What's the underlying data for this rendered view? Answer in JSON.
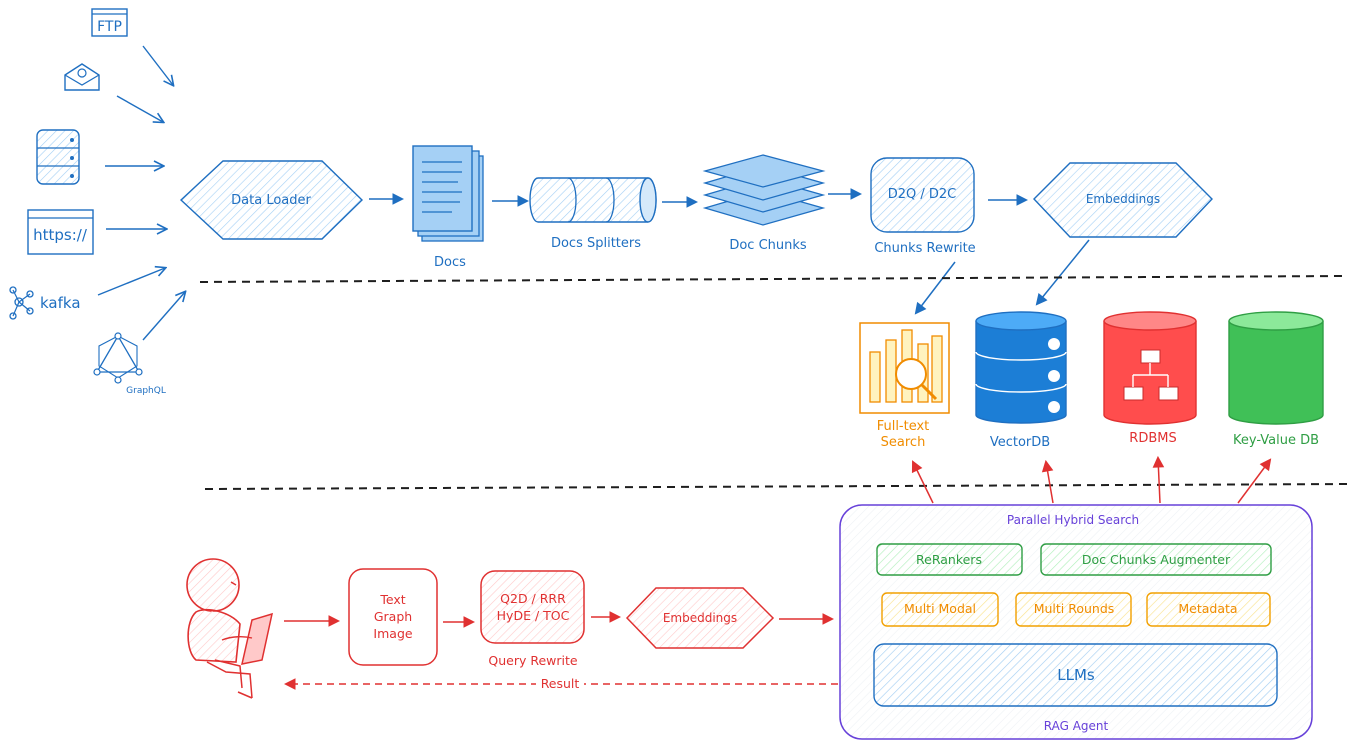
{
  "colors": {
    "blue": "#1f6fc1",
    "blue_fill": "#a5d0f5",
    "orange": "#f08c00",
    "red": "#e03131",
    "red_fill": "#ffc9c9",
    "green": "#2f9e44",
    "green_fill": "#b2f2bb",
    "yellow": "#f2a000",
    "yellow_fill": "#fff3bf",
    "purple": "#6741d9",
    "gray": "#1e1e1e"
  },
  "sources": {
    "ftp": "FTP",
    "https": "https://",
    "kafka": "kafka",
    "graphql": "GraphQL"
  },
  "ingest": {
    "data_loader": "Data Loader",
    "docs": "Docs",
    "docs_splitters": "Docs Splitters",
    "doc_chunks": "Doc Chunks",
    "d2q_d2c": "D2Q / D2C",
    "chunks_rewrite": "Chunks Rewrite",
    "embeddings": "Embeddings"
  },
  "stores": {
    "fulltext_line1": "Full-text",
    "fulltext_line2": "Search",
    "vectordb": "VectorDB",
    "rdbms": "RDBMS",
    "kv": "Key-Value DB"
  },
  "query": {
    "input_line1": "Text",
    "input_line2": "Graph",
    "input_line3": "Image",
    "rewrite_line1": "Q2D / RRR",
    "rewrite_line2": "HyDE / TOC",
    "rewrite_label": "Query Rewrite",
    "embeddings": "Embeddings",
    "result": "Result"
  },
  "agent": {
    "title": "Parallel Hybrid Search",
    "rerankers": "ReRankers",
    "augmenter": "Doc Chunks Augmenter",
    "multimodal": "Multi Modal",
    "multirounds": "Multi Rounds",
    "metadata": "Metadata",
    "llms": "LLMs",
    "footer": "RAG Agent"
  }
}
